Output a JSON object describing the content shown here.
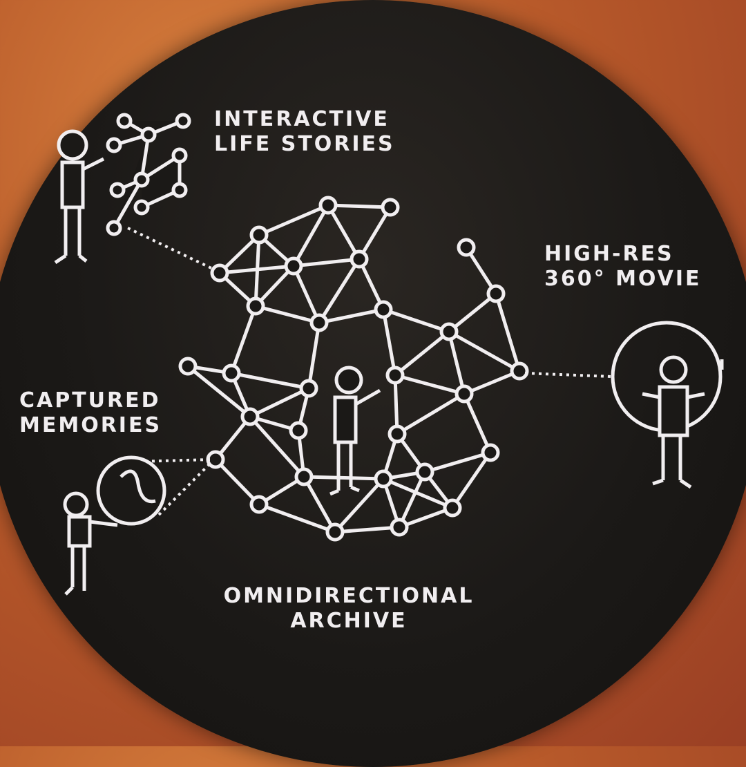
{
  "labels": {
    "interactive": [
      "INTERACTIVE",
      "LIFE STORIES"
    ],
    "highres": [
      "HIGH-RES",
      "360° MOVIE"
    ],
    "captured": [
      "CAPTURED",
      "MEMORIES"
    ],
    "archive": [
      "OMNIDIRECTIONAL",
      "ARCHIVE"
    ]
  },
  "colors": {
    "ink": "#f1eef0",
    "disc": "#1b1917",
    "background": "#b85a2a"
  }
}
